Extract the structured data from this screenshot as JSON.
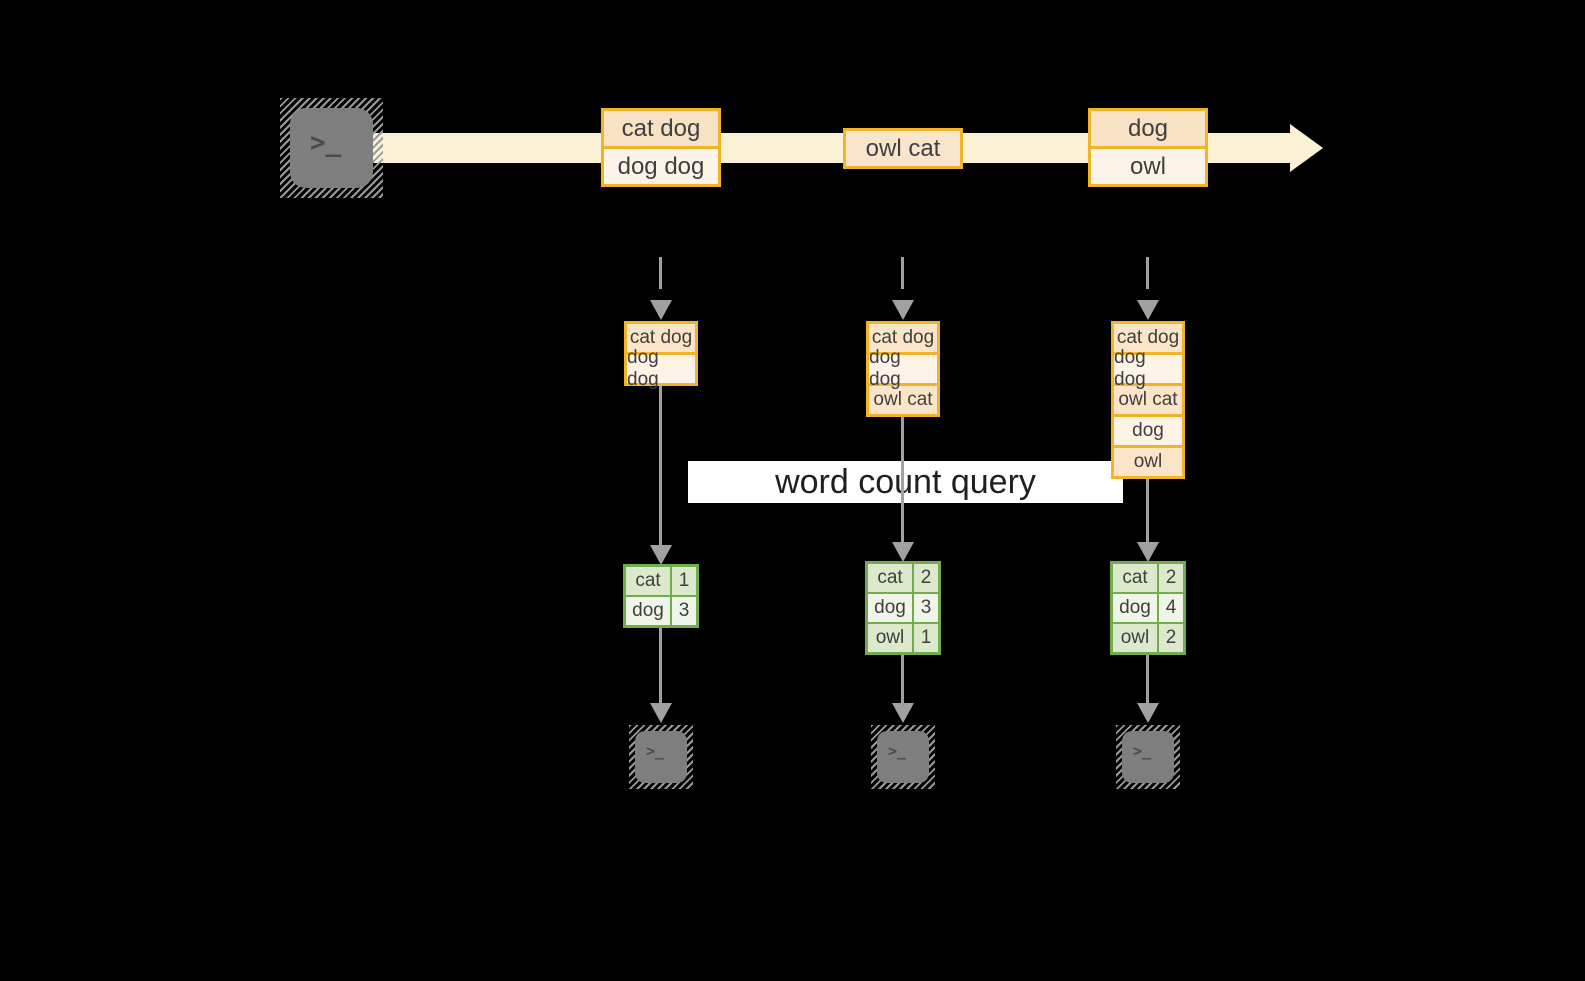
{
  "terminal_prompt": ">_",
  "query_label": "word count query",
  "stream": {
    "boxes": [
      {
        "rows": [
          "cat dog",
          "dog dog"
        ]
      },
      {
        "rows": [
          "owl cat"
        ]
      },
      {
        "rows": [
          "dog",
          "owl"
        ]
      }
    ]
  },
  "columns": [
    {
      "stack_rows": [
        "cat dog",
        "dog dog"
      ],
      "table_rows": [
        {
          "word": "cat",
          "count": "1"
        },
        {
          "word": "dog",
          "count": "3"
        }
      ]
    },
    {
      "stack_rows": [
        "cat dog",
        "dog dog",
        "owl cat"
      ],
      "table_rows": [
        {
          "word": "cat",
          "count": "2"
        },
        {
          "word": "dog",
          "count": "3"
        },
        {
          "word": "owl",
          "count": "1"
        }
      ]
    },
    {
      "stack_rows": [
        "cat dog",
        "dog dog",
        "owl cat",
        "dog",
        "owl"
      ],
      "table_rows": [
        {
          "word": "cat",
          "count": "2"
        },
        {
          "word": "dog",
          "count": "4"
        },
        {
          "word": "owl",
          "count": "2"
        }
      ]
    }
  ],
  "colors": {
    "background": "#000000",
    "accent_orange": "#f0b429",
    "stream_band": "#fbf2d6",
    "peach_dark": "#f8e2c6",
    "peach_light": "#fdf4e9",
    "green_border": "#71ad4c",
    "green_dark": "#dde9cd",
    "green_light": "#f0f5e9",
    "arrow_gray": "#a1a1a1",
    "terminal_gray": "#7e7e7e",
    "query_band": "#ffffff"
  }
}
